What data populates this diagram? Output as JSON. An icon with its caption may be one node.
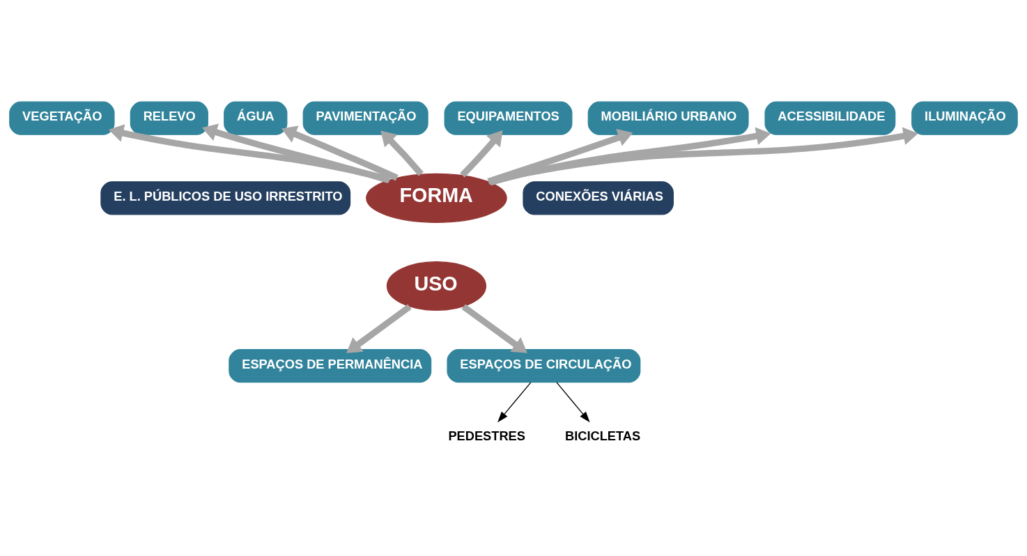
{
  "diagram": {
    "nodes": [
      {
        "text": [
          "VEGETAÇÃO"
        ]
      },
      {
        "text": [
          "RELEVO"
        ]
      },
      {
        "text": [
          "ÁGUA"
        ]
      },
      {
        "text": [
          "PAVIMENTAÇÃO"
        ]
      },
      {
        "text": [
          "EQUIPAMENTOS"
        ]
      },
      {
        "text": [
          "MOBILIÁRIO URBANO"
        ]
      },
      {
        "text": [
          "ACESSIBILIDADE"
        ]
      },
      {
        "text": [
          "ILUMINAÇÃO"
        ]
      },
      {
        "text": [
          "E. L. PÚBLICOS DE USO IRRESTRITO"
        ]
      },
      {
        "text": [
          "FORMA"
        ]
      },
      {
        "text": [
          "USO"
        ]
      },
      {
        "text": [
          "CONEXÕES VIÁRIAS"
        ]
      },
      {
        "text": [
          "ESPAÇOS DE PERMANÊNCIA"
        ]
      },
      {
        "text": [
          "ESPAÇOS DE CIRCULAÇÃO"
        ]
      },
      {
        "text": [
          "PEDESTRES"
        ]
      },
      {
        "text": [
          "BICICLETAS"
        ]
      }
    ],
    "edges": [
      {
        "from": 9,
        "to": 0,
        "arrow": "to"
      },
      {
        "from": 9,
        "to": 1,
        "arrow": "to"
      },
      {
        "from": 9,
        "to": 2,
        "arrow": "to"
      },
      {
        "from": 9,
        "to": 3,
        "arrow": "to"
      },
      {
        "from": 9,
        "to": 4,
        "arrow": "to"
      },
      {
        "from": 9,
        "to": 5,
        "arrow": "to"
      },
      {
        "from": 9,
        "to": 6,
        "arrow": "to"
      },
      {
        "from": 9,
        "to": 7,
        "arrow": "to"
      },
      {
        "from": 10,
        "to": 12,
        "arrow": "to"
      },
      {
        "from": 10,
        "to": 13,
        "arrow": "to"
      },
      {
        "from": 13,
        "to": 14,
        "arrow": "to",
        "color": "#000000"
      },
      {
        "from": 13,
        "to": 15,
        "arrow": "to",
        "color": "#000000"
      }
    ]
  }
}
